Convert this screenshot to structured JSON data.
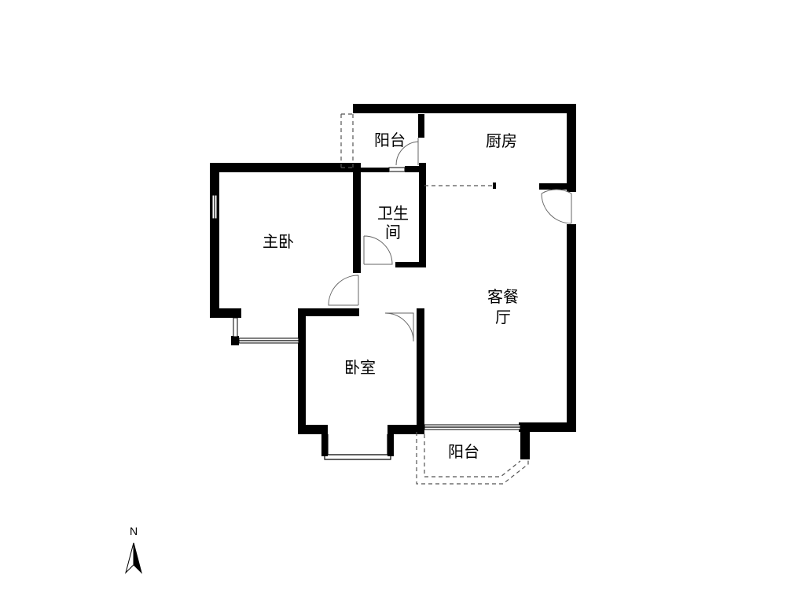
{
  "rooms": {
    "balcony_north": "阳台",
    "kitchen": "厨房",
    "bathroom_line1": "卫生",
    "bathroom_line2": "间",
    "master_bedroom": "主卧",
    "living_dining_line1": "客餐",
    "living_dining_line2": "厅",
    "bedroom": "卧室",
    "balcony_south": "阳台"
  },
  "compass": {
    "label": "N",
    "icon": "north-arrow-icon"
  },
  "colors": {
    "wall": "#000000",
    "background": "#ffffff"
  }
}
